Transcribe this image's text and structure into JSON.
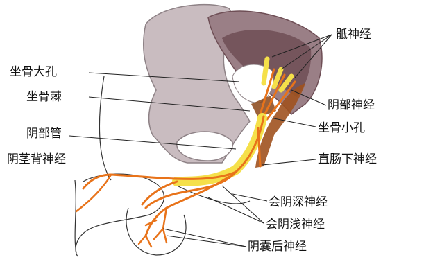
{
  "labels": {
    "sacral_nerve": "骶神经",
    "greater_sciatic_foramen": "坐骨大孔",
    "ischial_spine": "坐骨棘",
    "pudendal_nerve": "阴部神经",
    "lesser_sciatic_foramen": "坐骨小孔",
    "pudendal_canal": "阴部管",
    "dorsal_nerve_of_penis": "阴茎背神经",
    "inferior_rectal_nerve": "直肠下神经",
    "deep_perineal_nerve": "会阴深神经",
    "superficial_perineal_nerve": "会阴浅神经",
    "posterior_scrotal_nerve": "阴囊后神经"
  },
  "colors": {
    "pelvis_bone": "#c9bcc0",
    "pelvis_outline": "#8e8286",
    "sacrum": "#9a7f86",
    "sacrum_inner": "#6e4e55",
    "muscle": "#a0521f",
    "nerve_yellow": "#f5e04a",
    "nerve_orange": "#e8731a",
    "leader_line": "#222222"
  }
}
